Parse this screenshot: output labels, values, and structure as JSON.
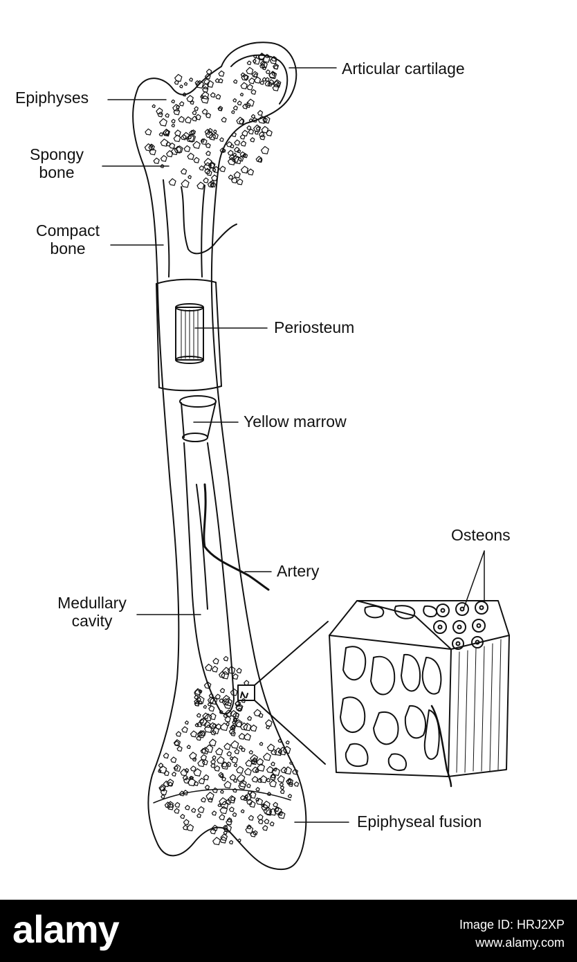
{
  "labels": {
    "articular_cartilage": "Articular cartilage",
    "epiphyses": "Epiphyses",
    "spongy_bone_line1": "Spongy",
    "spongy_bone_line2": "bone",
    "compact_bone_line1": "Compact",
    "compact_bone_line2": "bone",
    "periosteum": "Periosteum",
    "yellow_marrow": "Yellow marrow",
    "osteons": "Osteons",
    "artery": "Artery",
    "medullary_cavity_line1": "Medullary",
    "medullary_cavity_line2": "cavity",
    "epiphyseal_fusion": "Epiphyseal fusion"
  },
  "footer": {
    "logo": "alamy",
    "image_id": "Image ID: HRJ2XP",
    "url": "www.alamy.com"
  }
}
